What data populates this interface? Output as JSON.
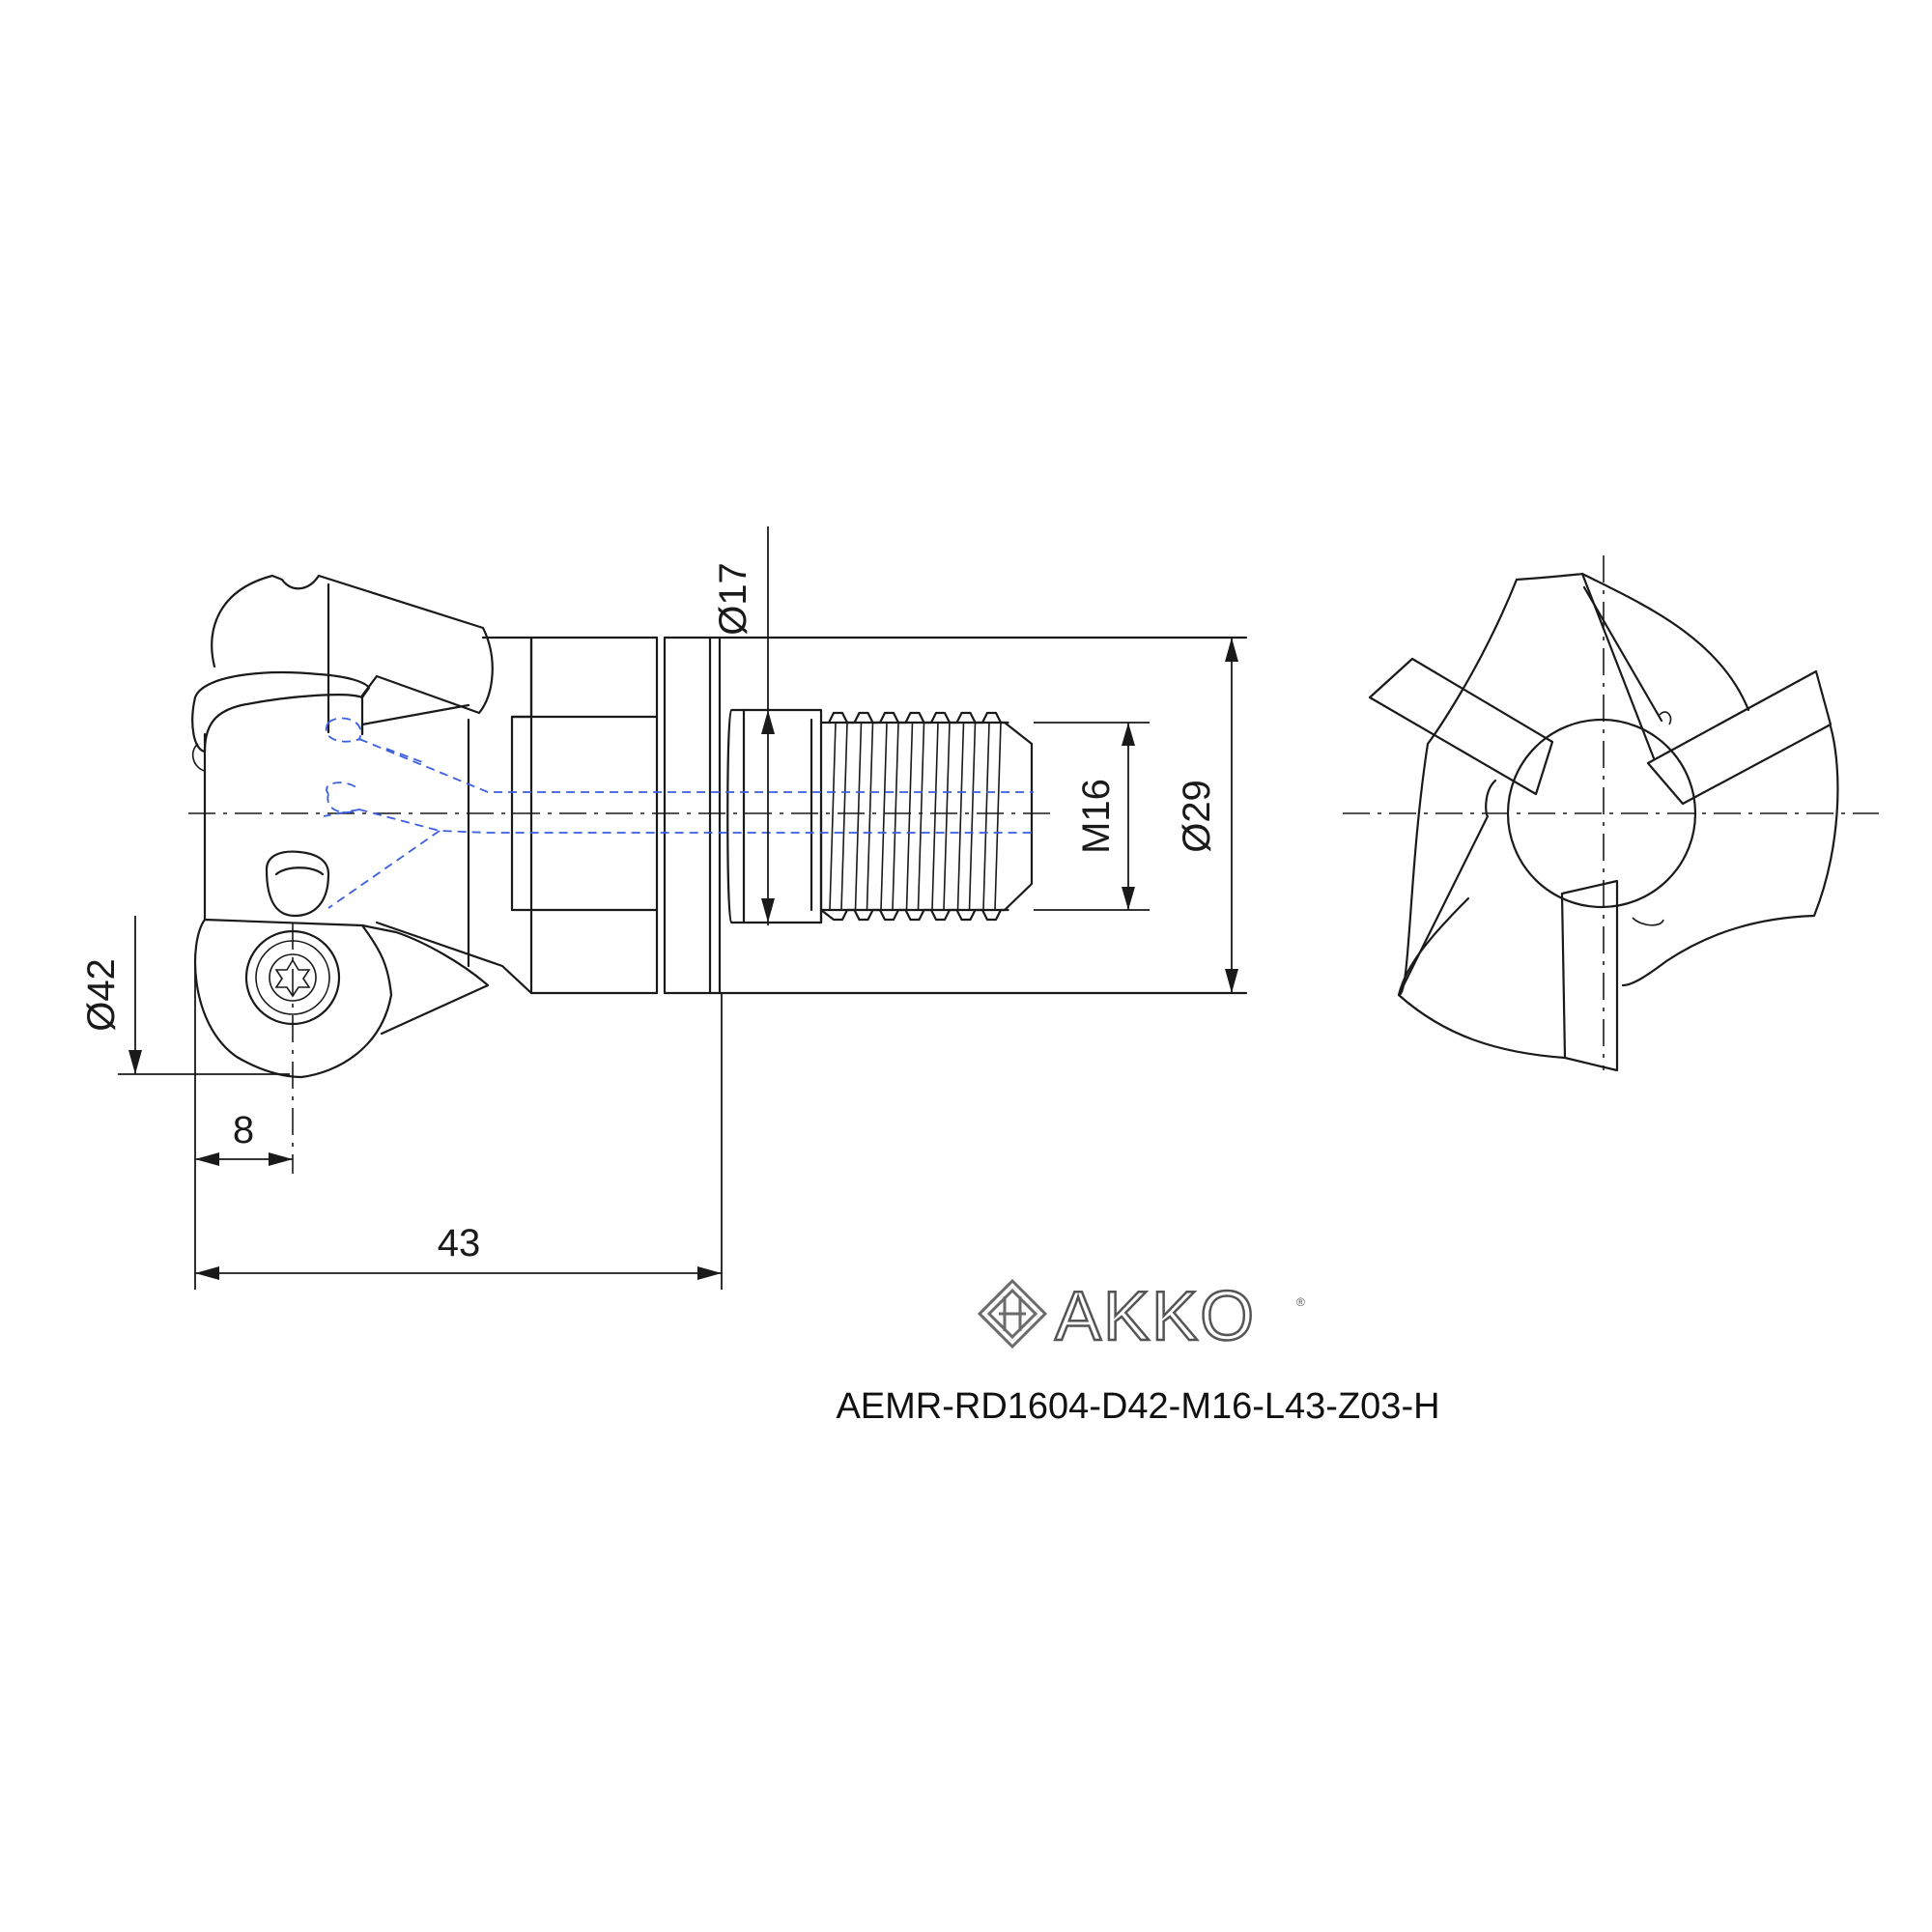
{
  "dimensions": {
    "d17": "Ø17",
    "d29": "Ø29",
    "d42": "Ø42",
    "m16": "M16",
    "offset": "8",
    "length": "43"
  },
  "brand": {
    "name": "AKKO",
    "registered": "®"
  },
  "part_number": "AEMR-RD1604-D42-M16-L43-Z03-H",
  "colors": {
    "line": "#1a1a1a",
    "hidden_line": "#3a5fe0",
    "logo": "#555555"
  }
}
